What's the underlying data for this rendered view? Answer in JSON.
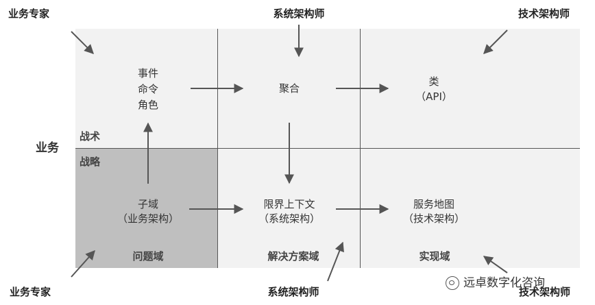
{
  "roles": {
    "top_left": "业务专家",
    "top_center": "系统架构师",
    "top_right": "技术架构师",
    "bottom_left": "业务专家",
    "bottom_center": "系统架构师",
    "bottom_right": "技术架构师"
  },
  "axis": {
    "business": "业务",
    "tactical": "战术",
    "strategic": "战略"
  },
  "tactical": {
    "events": [
      "事件",
      "命令",
      "角色"
    ],
    "aggregate": "聚合",
    "class": "类",
    "api": "（API）"
  },
  "strategic": {
    "subdomain": "子域",
    "subdomain_sub": "（业务架构）",
    "bounded_context": "限界上下文",
    "bounded_context_sub": "（系统架构）",
    "service_map": "服务地图",
    "service_map_sub": "（技术架构）"
  },
  "domains": {
    "problem": "问题域",
    "solution": "解决方案域",
    "implementation": "实现域"
  },
  "watermark": "远卓数字化咨询"
}
